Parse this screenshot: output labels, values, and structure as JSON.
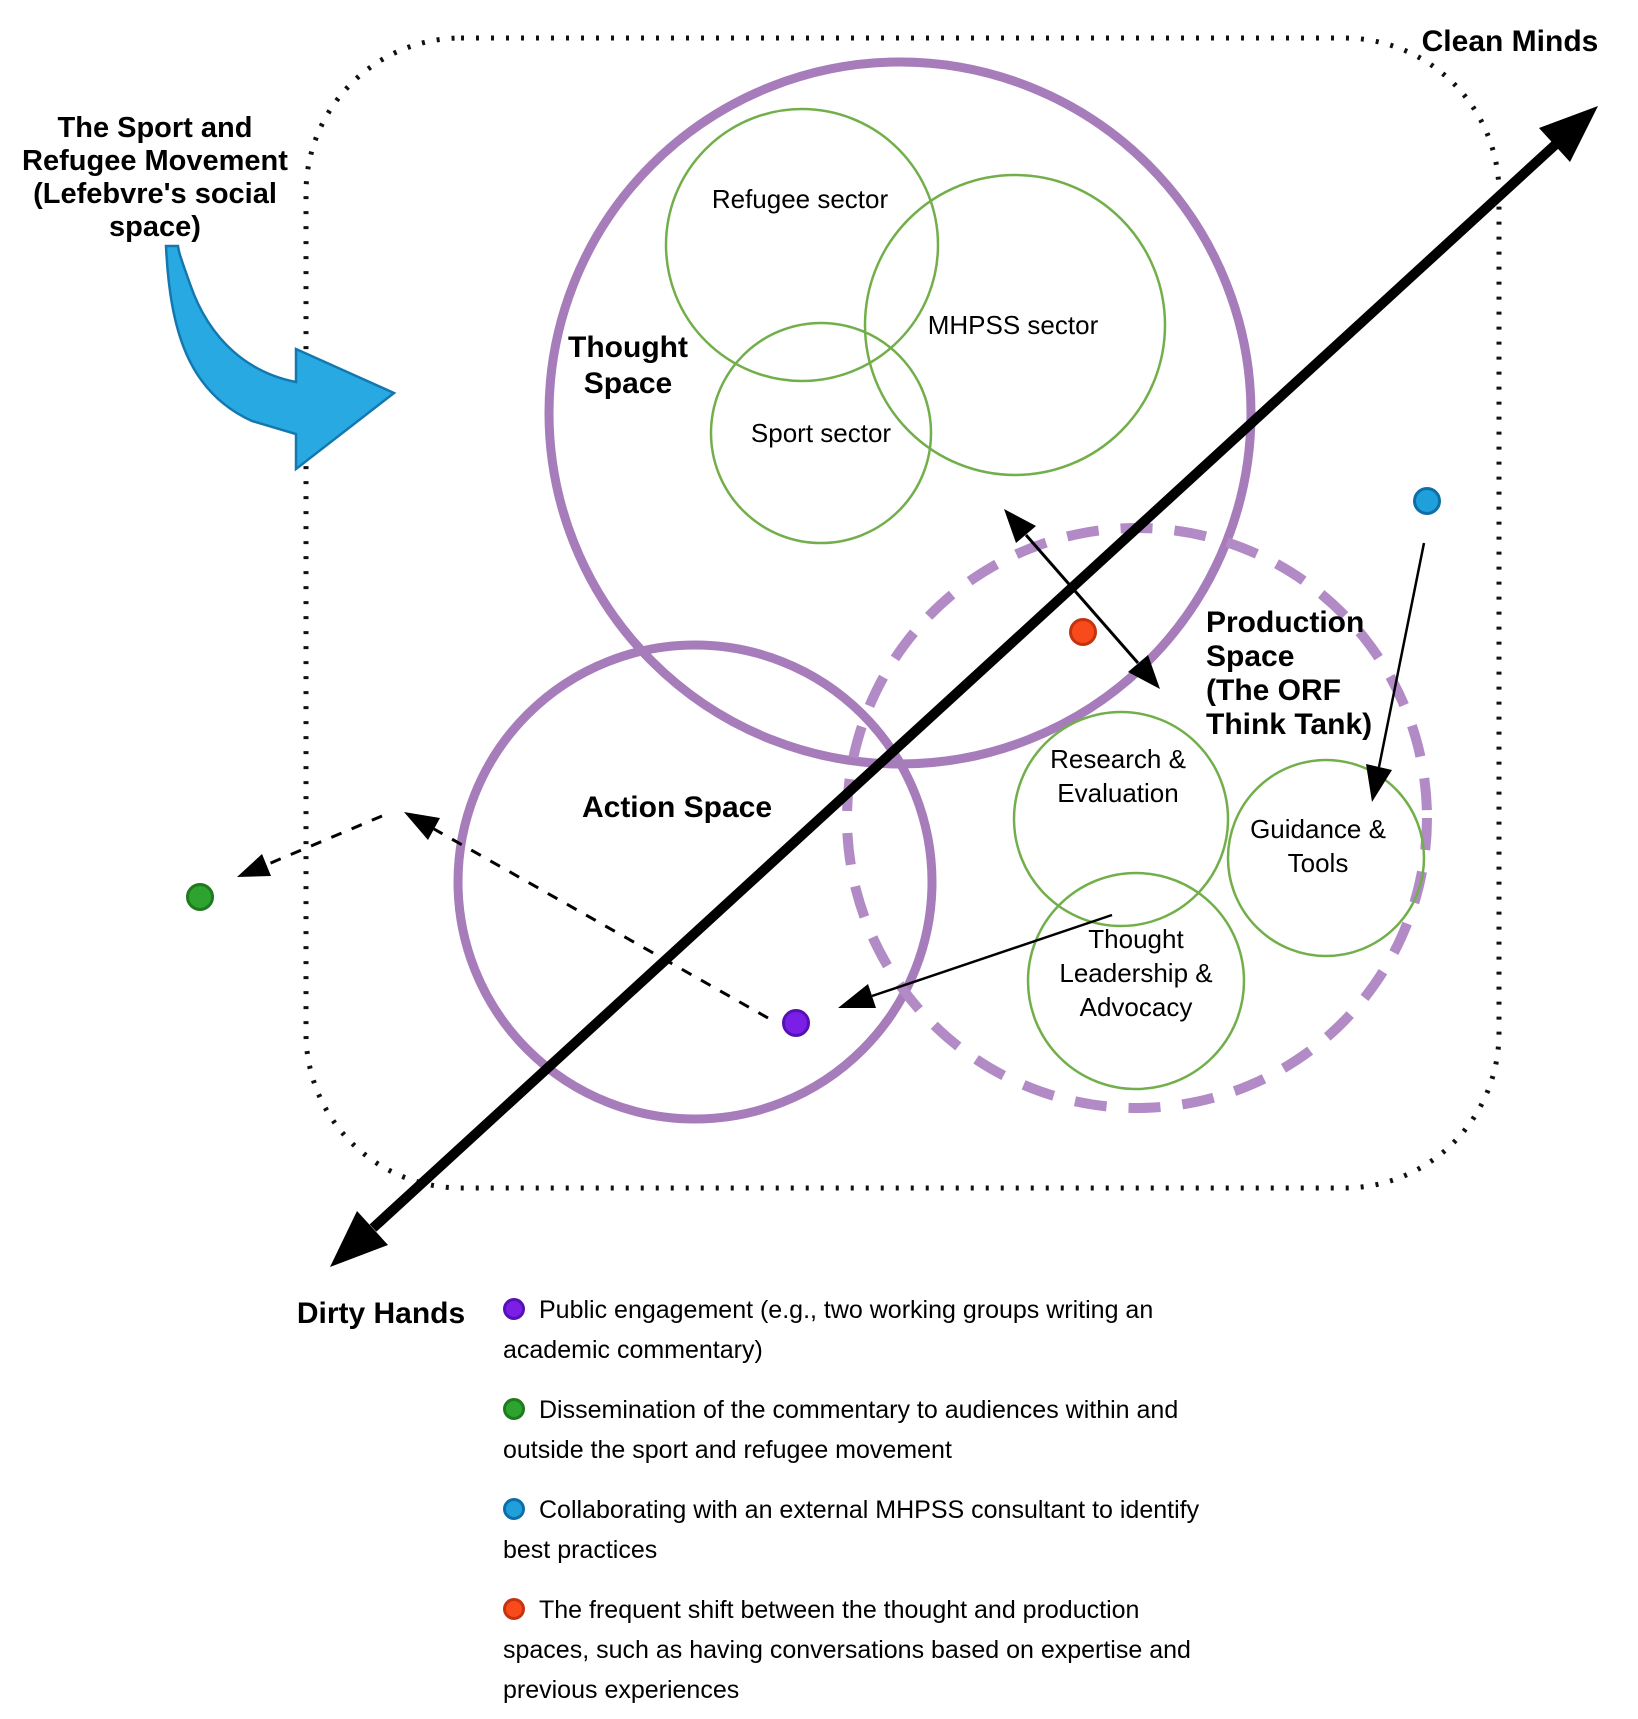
{
  "labels": {
    "social_space": {
      "lines": [
        "The Sport and",
        "Refugee Movement",
        "(Lefebvre's social",
        "space)"
      ]
    },
    "clean_minds": "Clean Minds",
    "dirty_hands": "Dirty Hands",
    "thought_space": {
      "lines": [
        "Thought",
        "Space"
      ]
    },
    "action_space": "Action Space",
    "production_space": {
      "lines": [
        "Production",
        "Space",
        "(The ORF",
        "Think Tank)"
      ]
    },
    "refugee_sector": "Refugee sector",
    "mhpss_sector": "MHPSS sector",
    "sport_sector": "Sport sector",
    "research_evaluation": {
      "lines": [
        "Research &",
        "Evaluation"
      ]
    },
    "guidance_tools": {
      "lines": [
        "Guidance &",
        "Tools"
      ]
    },
    "thought_leadership": {
      "lines": [
        "Thought",
        "Leadership &",
        "Advocacy"
      ]
    }
  },
  "colors": {
    "axis": "#000000",
    "boundary": "#111111",
    "space_outline": "#A77CBB",
    "production_outline": "#B28AC6",
    "sector_outline": "#72AF4B",
    "flow_arrow_fill": "#29A9E1",
    "flow_arrow_stroke": "#1478B0"
  },
  "dots": {
    "purple": {
      "fill": "#7B1FE6",
      "border": "#5611B4"
    },
    "green": {
      "fill": "#2FA32F",
      "border": "#1D7A1D"
    },
    "blue": {
      "fill": "#20A0DB",
      "border": "#0E6FA8"
    },
    "orange": {
      "fill": "#F94A1B",
      "border": "#C43310"
    }
  },
  "legend": {
    "items": [
      {
        "dot": "purple",
        "text": "Public engagement (e.g., two working groups writing an academic commentary)"
      },
      {
        "dot": "green",
        "text": "Dissemination of the commentary to audiences within and outside the sport and refugee movement"
      },
      {
        "dot": "blue",
        "text": "Collaborating with an external MHPSS consultant to identify best practices"
      },
      {
        "dot": "orange",
        "text": "The frequent shift between the thought and production spaces, such as having conversations based on expertise and previous experiences"
      }
    ]
  }
}
